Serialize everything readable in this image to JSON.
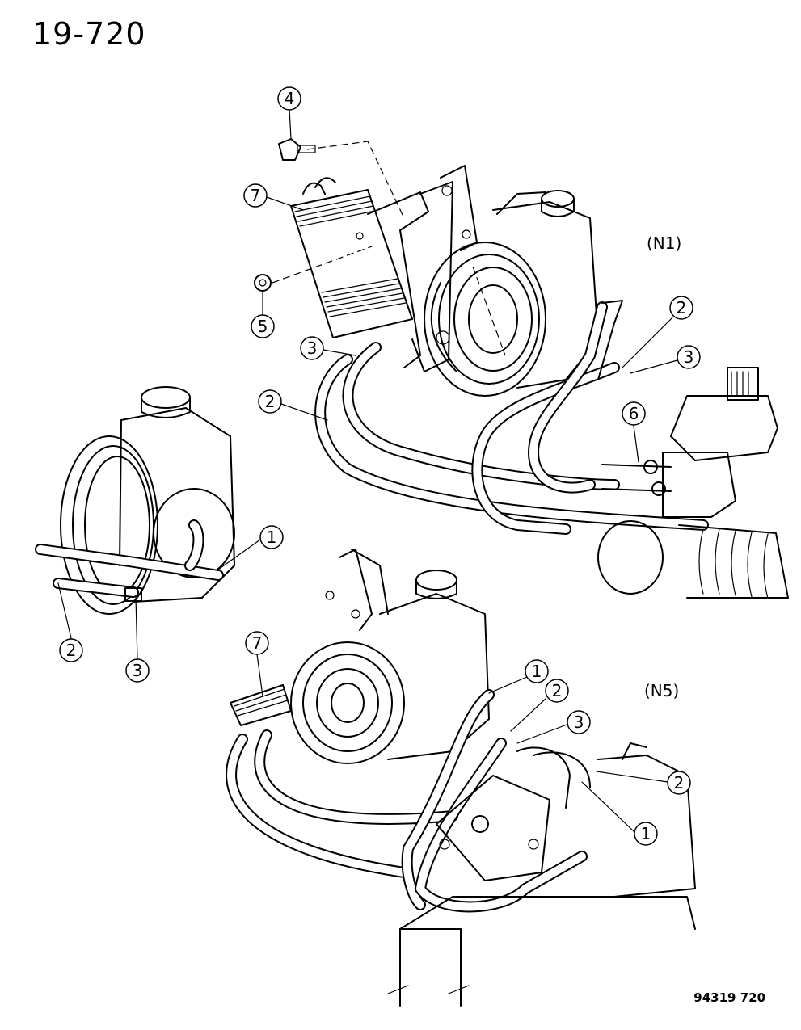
{
  "header": {
    "page_number": "19-720"
  },
  "footer": {
    "figure_code": "94319 720"
  },
  "variants": {
    "n1": "(N1)",
    "n5": "(N5)"
  },
  "callouts": {
    "c4_top": "4",
    "c7_top": "7",
    "c5": "5",
    "c3_top": "3",
    "c2_top_left": "2",
    "c2_top_right": "2",
    "c3_top_right": "3",
    "c6": "6",
    "c1_left": "1",
    "c2_left": "2",
    "c3_left": "3",
    "c7_bottom": "7",
    "c1_bottom_top": "1",
    "c2_bottom_top": "2",
    "c3_bottom": "3",
    "c2_bottom_right": "2",
    "c1_bottom_right": "1"
  }
}
